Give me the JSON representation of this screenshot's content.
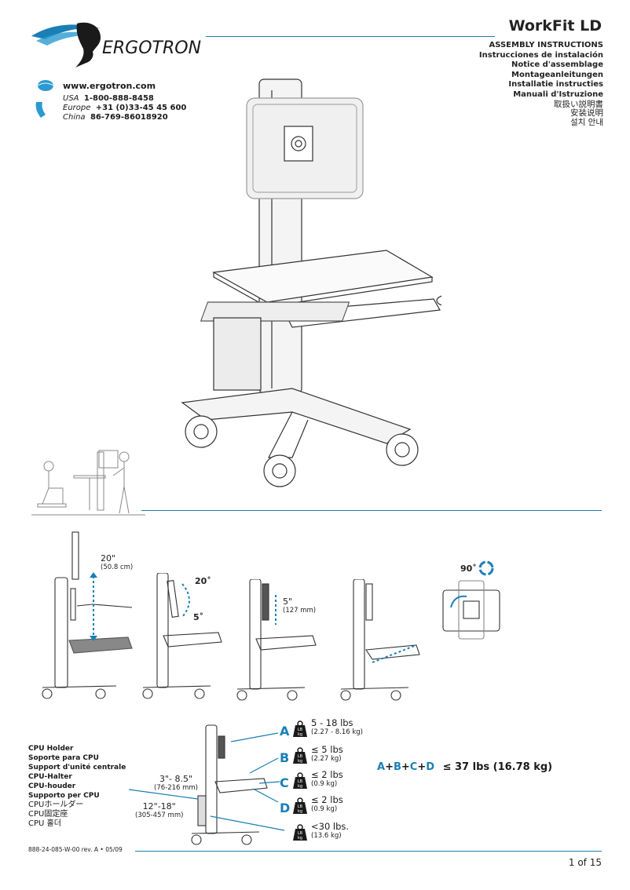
{
  "header": {
    "brand": "ERGOTRON",
    "product_title": "WorkFit LD",
    "languages": [
      "ASSEMBLY INSTRUCTIONS",
      "Instrucciones de instalación",
      "Notice d'assemblage",
      "Montageanleitungen",
      "Installatie instructies",
      "Manuali d'Istruzione"
    ],
    "languages_cjk": [
      "取扱い説明書",
      "安装说明",
      "설치 안내"
    ]
  },
  "contact": {
    "website": "www.ergotron.com",
    "phones": [
      {
        "region": "USA",
        "number": "1-800-888-8458"
      },
      {
        "region": "Europe",
        "number": "+31 (0)33-45 45 600"
      },
      {
        "region": "China",
        "number": "86-769-86018920"
      }
    ]
  },
  "adjustments": {
    "height_travel": {
      "value": "20\"",
      "metric": "(50.8 cm)"
    },
    "tilt_up": "20˚",
    "tilt_down": "5˚",
    "keyboard_travel": {
      "value": "5\"",
      "metric": "(127 mm)"
    },
    "rotation": "90˚"
  },
  "capacity": {
    "cpu_holder_labels": [
      "CPU Holder",
      "Soporte para CPU",
      "Support d'unité centrale",
      "CPU-Halter",
      "CPU-houder",
      "Supporto per CPU"
    ],
    "cpu_holder_labels_cjk": [
      "CPUホールダー",
      "CPU固定座",
      "CPU 홀더"
    ],
    "cpu_dims": [
      {
        "value": "3\"- 8.5\"",
        "metric": "(76-216 mm)"
      },
      {
        "value": "12\"-18\"",
        "metric": "(305-457 mm)"
      }
    ],
    "loads": [
      {
        "letter": "A",
        "value": "5 - 18 lbs",
        "metric": "(2.27 - 8.16 kg)"
      },
      {
        "letter": "B",
        "value": "≤ 5 lbs",
        "metric": "(2.27 kg)"
      },
      {
        "letter": "C",
        "value": "≤ 2 lbs",
        "metric": "(0.9 kg)"
      },
      {
        "letter": "D",
        "value": "≤ 2 lbs",
        "metric": "(0.9 kg)"
      },
      {
        "letter": "",
        "value": "<30 lbs.",
        "metric": "(13.6 kg)"
      }
    ],
    "weight_icon_top": "LB",
    "weight_icon_bottom": "kg",
    "total_letters": [
      "A",
      "B",
      "C",
      "D"
    ],
    "total_value": "≤ 37 lbs (16.78 kg)"
  },
  "footer": {
    "doc_number": "888-24-085-W-00 rev. A • 05/09",
    "page": "1 of 15"
  },
  "colors": {
    "accent": "#1a7fb5",
    "text": "#1a1a1a",
    "line_gray": "#555555"
  }
}
